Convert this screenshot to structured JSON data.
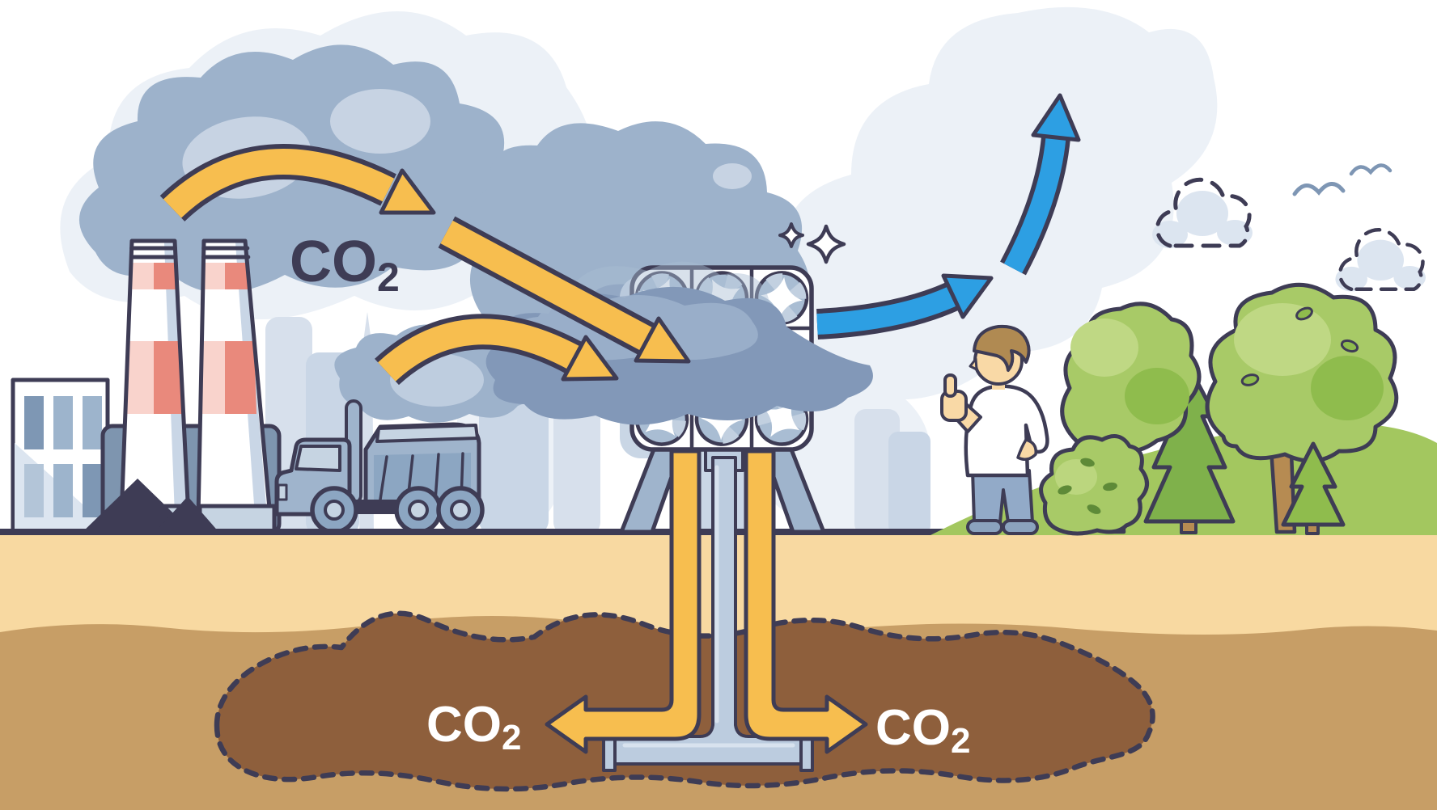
{
  "labels": {
    "co2_source": {
      "main": "CO",
      "sub": "2"
    },
    "co2_stored_left": {
      "main": "CO",
      "sub": "2"
    },
    "co2_stored_right": {
      "main": "CO",
      "sub": "2"
    }
  },
  "dac_unit": {
    "fan_rows": 3,
    "fan_cols": 3,
    "fan_count": 9
  },
  "scene_icons": [
    "factory-chimneys-icon",
    "office-building-icon",
    "coal-piles-icon",
    "dump-truck-icon",
    "smoke-cloud-icon",
    "co2-capture-arrow-icon",
    "dac-fan-unit-icon",
    "sparkles-icon",
    "clean-air-arrow-icon",
    "person-thumbs-up-icon",
    "tree-icon",
    "pine-tree-icon",
    "bush-icon",
    "hill-icon",
    "cloud-icon",
    "birds-icon",
    "underground-storage-icon",
    "injection-pipe-icon"
  ],
  "palette": {
    "navy": "#3E3C55",
    "white": "#FFFFFF",
    "yellow": "#F7BE4F",
    "blue": "#2D9FE3",
    "smoke": "#9DB2CB",
    "smokeDark": "#8298B8",
    "smokeLight": "#C7D3E3",
    "washLight": "#ECF1F7",
    "wash": "#DCE5F0",
    "skylineLight": "#D7E0EC",
    "skyline": "#C9D6E6",
    "machineShadow": "#C9D6E5",
    "legGray": "#9FB4CC",
    "fanBg": "#A9BDD3",
    "fanWedge": "#C2D0E0",
    "pipeGray": "#BCCCDF",
    "pipeGrayLight": "#D8E2EE",
    "red": "#E9897C",
    "pink": "#F9D3CC",
    "slateBlock": "#7E95AF",
    "winDark": "#7E97B4",
    "winMid": "#9DB4CC",
    "winLight": "#B3C5D8",
    "truckBed": "#8CA6C2",
    "truckGlass": "#C6D4E2",
    "soilTop": "#F8D9A1",
    "soilMid": "#C79E66",
    "storageBrown": "#8E5F3C",
    "treeGreen": "#8FBC4D",
    "treeLight": "#A8CA67",
    "treeLighter": "#BFD884",
    "pineGreen": "#7FB14B",
    "leafDark": "#5E8A38",
    "trunkBrown": "#B68B52",
    "hillGreen": "#A3C75F",
    "skin": "#F9D9A6",
    "hair": "#B08A52",
    "pants": "#92AAC8",
    "shoe": "#8BA3BE",
    "bird": "#7E96B4"
  }
}
